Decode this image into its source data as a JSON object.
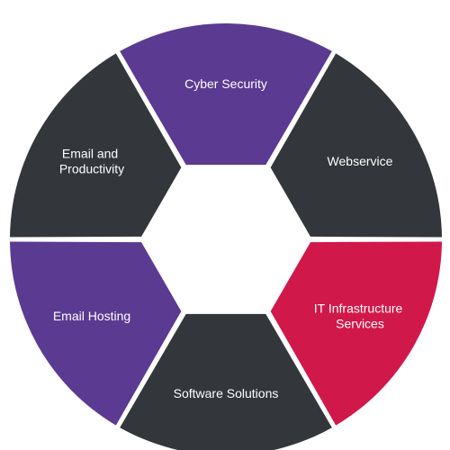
{
  "segments": [
    {
      "id": "cyber-security",
      "lines": [
        "Cyber Security"
      ],
      "color": "#5b3a91"
    },
    {
      "id": "webservice",
      "lines": [
        "Webservice"
      ],
      "color": "#33363a"
    },
    {
      "id": "it-infrastructure",
      "lines": [
        "IT Infrastructure",
        "Services"
      ],
      "color": "#d1184a"
    },
    {
      "id": "software-solutions",
      "lines": [
        "Software Solutions"
      ],
      "color": "#33363a"
    },
    {
      "id": "email-hosting",
      "lines": [
        "Email Hosting"
      ],
      "color": "#5b3a91"
    },
    {
      "id": "email-productivity",
      "lines": [
        "Email and",
        "Productivity"
      ],
      "color": "#33363a"
    }
  ]
}
